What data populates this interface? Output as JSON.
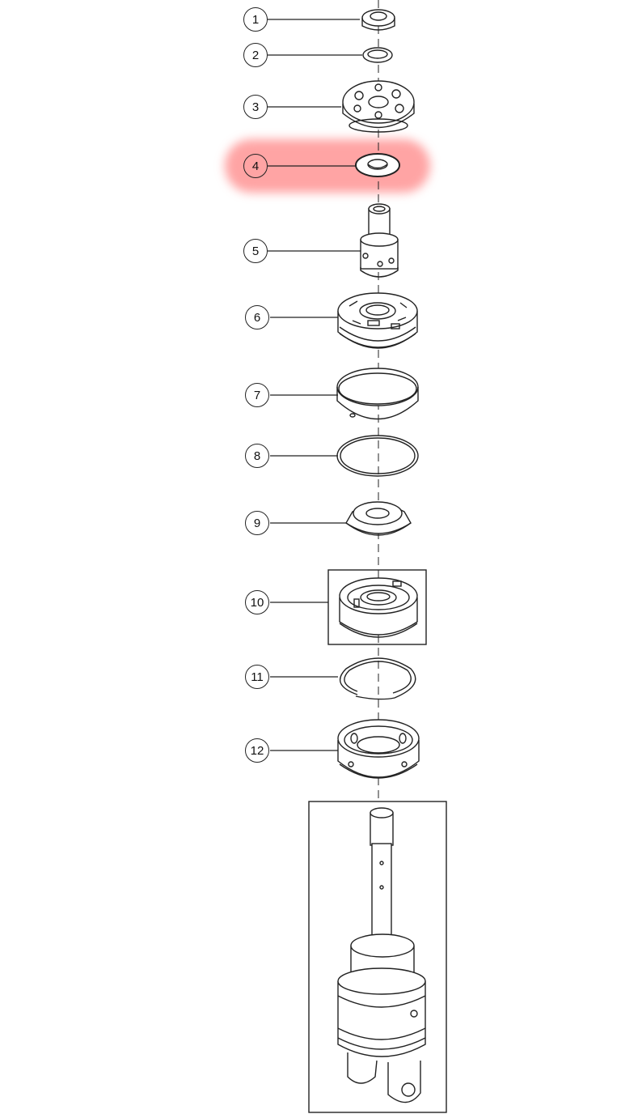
{
  "callouts": [
    {
      "number": "1"
    },
    {
      "number": "2"
    },
    {
      "number": "3"
    },
    {
      "number": "4",
      "highlighted": true
    },
    {
      "number": "5"
    },
    {
      "number": "6"
    },
    {
      "number": "7"
    },
    {
      "number": "8"
    },
    {
      "number": "9"
    },
    {
      "number": "10"
    },
    {
      "number": "11"
    },
    {
      "number": "12"
    }
  ],
  "highlight_color": "#ff5a5a",
  "line_color": "#222222"
}
